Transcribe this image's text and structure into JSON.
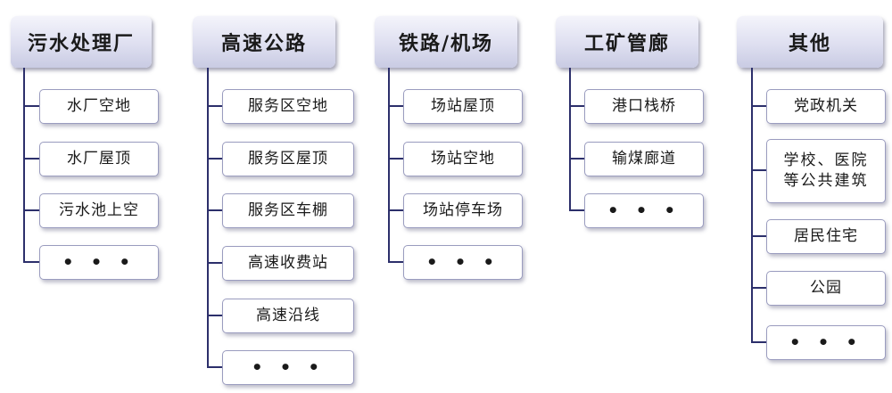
{
  "columns": [
    {
      "title": "污水处理厂",
      "items": [
        "水厂空地",
        "水厂屋顶",
        "污水池上空",
        "• • •"
      ]
    },
    {
      "title": "高速公路",
      "items": [
        "服务区空地",
        "服务区屋顶",
        "服务区车棚",
        "高速收费站",
        "高速沿线",
        "• • •"
      ]
    },
    {
      "title": "铁路/机场",
      "items": [
        "场站屋顶",
        "场站空地",
        "场站停车场",
        "• • •"
      ]
    },
    {
      "title": "工矿管廊",
      "items": [
        "港口栈桥",
        "输煤廊道",
        "• • •"
      ]
    },
    {
      "title": "其他",
      "items": [
        "党政机关",
        "学校、医院\n等公共建筑",
        "居民住宅",
        "公园",
        "• • •"
      ]
    }
  ],
  "colors": {
    "connector": "#2c2f6b",
    "header_gradient_top": "#f4f4fb",
    "header_gradient_bottom": "#c9cbe3",
    "box_border": "#9a9cbf"
  }
}
